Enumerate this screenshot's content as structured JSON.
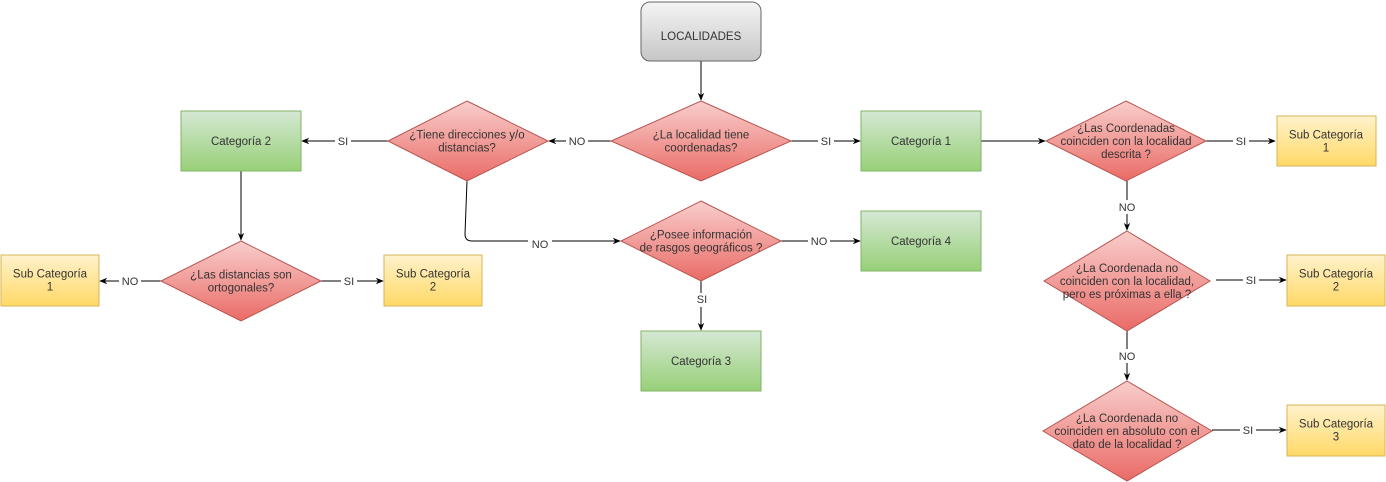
{
  "title": "LOCALIDADES flowchart",
  "colors": {
    "start_fill_top": "#f5f5f5",
    "start_fill_bottom": "#c8c8c8",
    "start_stroke": "#666666",
    "decision_fill_top": "#f8cecc",
    "decision_fill_bottom": "#ea6b66",
    "decision_stroke": "#b85450",
    "category_fill_top": "#d5e8d4",
    "category_fill_bottom": "#97d077",
    "category_stroke": "#82b366",
    "subcategory_fill_top": "#fff2cc",
    "subcategory_fill_bottom": "#ffd966",
    "subcategory_stroke": "#d6b656",
    "edge": "#000000"
  },
  "nodes": {
    "start": {
      "lines": [
        "LOCALIDADES"
      ]
    },
    "q_coords": {
      "lines": [
        "¿La localidad tiene",
        "coordenadas?"
      ]
    },
    "q_direcciones": {
      "lines": [
        "¿Tiene direcciones y/o",
        "distancias?"
      ]
    },
    "q_ortogonales": {
      "lines": [
        "¿Las distancias son",
        "ortogonales?"
      ]
    },
    "q_rasgos": {
      "lines": [
        "¿Posee información",
        "de rasgos geográficos ?"
      ]
    },
    "q_coinciden": {
      "lines": [
        "¿Las Coordenadas",
        "coinciden con la localidad",
        "descrita ?"
      ]
    },
    "q_proximas": {
      "lines": [
        "¿La Coordenada no",
        "coinciden con la localidad,",
        "pero es próximas a ella ?"
      ]
    },
    "q_absoluto": {
      "lines": [
        "¿La Coordenada no",
        "coinciden en absoluto con el",
        "dato de la localidad ?"
      ]
    },
    "cat1": {
      "lines": [
        "Categoría 1"
      ]
    },
    "cat2": {
      "lines": [
        "Categoría 2"
      ]
    },
    "cat3": {
      "lines": [
        "Categoría 3"
      ]
    },
    "cat4": {
      "lines": [
        "Categoría 4"
      ]
    },
    "left_sub1": {
      "lines": [
        "Sub Categoría",
        "1"
      ]
    },
    "left_sub2": {
      "lines": [
        "Sub Categoría",
        "2"
      ]
    },
    "right_sub1": {
      "lines": [
        "Sub Categoría",
        "1"
      ]
    },
    "right_sub2": {
      "lines": [
        "Sub Categoría",
        "2"
      ]
    },
    "right_sub3": {
      "lines": [
        "Sub Categoría",
        "3"
      ]
    }
  },
  "edges": {
    "start_to_qcoords": "",
    "qcoords_no": "NO",
    "qcoords_si": "SI",
    "qdir_si": "SI",
    "qdir_no": "NO",
    "cat2_to_qorto": "",
    "qorto_no": "NO",
    "qorto_si": "SI",
    "qrasgos_no": "NO",
    "qrasgos_si": "SI",
    "cat1_to_qcoinc": "",
    "qcoinc_si": "SI",
    "qcoinc_no": "NO",
    "qprox_si": "SI",
    "qprox_no": "NO",
    "qabs_si": "SI"
  }
}
